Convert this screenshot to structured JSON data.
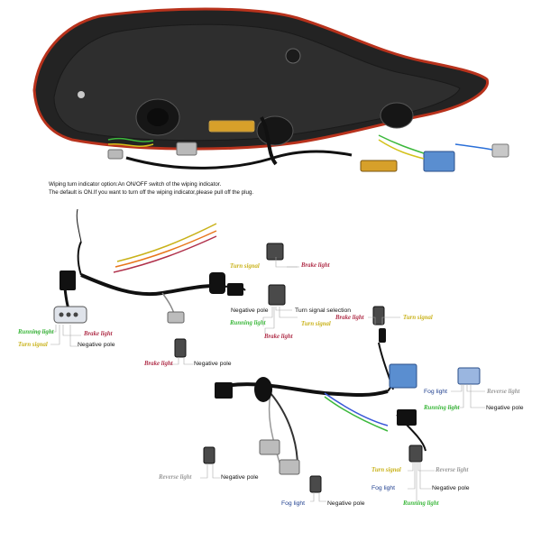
{
  "note": {
    "line1": "Wiping turn indicator option:An ON/OFF switch of the wiping indicator.",
    "line2": "The default is ON.If you want to turn off the wiping indicator,please pull off the plug."
  },
  "labels": {
    "l1_turn_signal": "Turn signal",
    "l1_brake_light": "Brake light",
    "l2_running_light": "Running light",
    "l2_brake_light": "Brake light",
    "l2_turn_signal": "Turn signal",
    "l2_negative_pole": "Negative pole",
    "l3_negative_pole": "Negative pole",
    "l3_turn_signal_selection": "Turn signal selection",
    "l3_running_light": "Running light",
    "l3_turn_signal": "Turn signal",
    "l3_brake_light": "Brake light",
    "l4_brake_light": "Brake light",
    "l4_turn_signal": "Turn signal",
    "l5_brake_light": "Brake light",
    "l5_negative_pole": "Negative pole",
    "l6_fog_light": "Fog light",
    "l6_reverse_light": "Reverse light",
    "l6_running_light": "Running light",
    "l6_negative_pole": "Negative pole",
    "l7_turn_signal": "Turn signal",
    "l7_reverse_light": "Reverse light",
    "l7_fog_light": "Fog light",
    "l7_negative_pole": "Negative pole",
    "l7_running_light": "Running light",
    "l8_reverse_light": "Reverse light",
    "l8_negative_pole": "Negative pole",
    "l9_fog_light": "Fog light",
    "l9_negative_pole": "Negative pole"
  },
  "colors": {
    "running_light": "#3cb83c",
    "brake_light": "#b0304a",
    "turn_signal": "#c9b21a",
    "negative_pole": "#111111",
    "reverse_light": "#9a9a9a",
    "fog_light": "#1f3f8f",
    "turn_signal_selection": "#111111"
  },
  "icons": [
    "taillight-photo",
    "wiring-harness",
    "connector-plug"
  ]
}
